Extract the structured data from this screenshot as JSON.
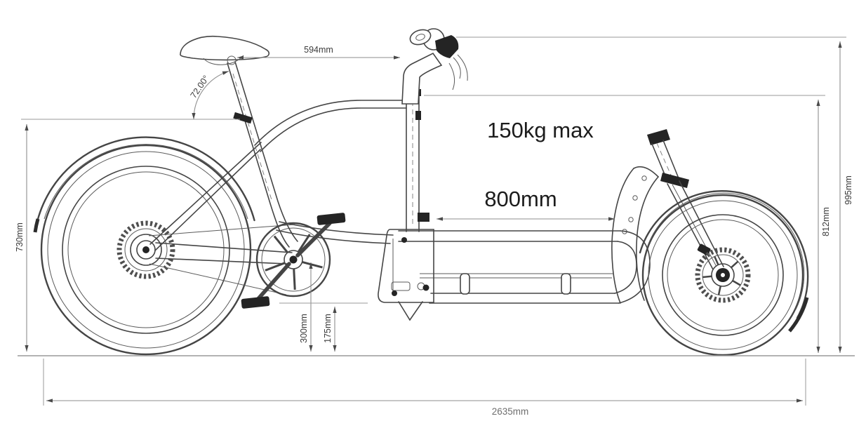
{
  "diagram": {
    "subject": "Cargo bike technical side-view drawing with dimensions",
    "background_color": "#ffffff",
    "linework_color": "#454545",
    "dimension_line_color": "#8e8e8e",
    "small_label_color": "#3c3c3c",
    "large_label_color": "#1c1c1c",
    "overall_length_label_color": "#6f6f6f"
  },
  "annotations": {
    "load_capacity": "150kg max"
  },
  "dimensions": {
    "saddle_to_stem": "594mm",
    "seat_tube_angle": "72.00°",
    "saddle_height": "730mm",
    "handlebar_height": "995mm",
    "stem_height": "812mm",
    "cargo_box_length": "800mm",
    "bottom_bracket_height": "300mm",
    "cargo_floor_height": "175mm",
    "overall_length": "2635mm"
  }
}
